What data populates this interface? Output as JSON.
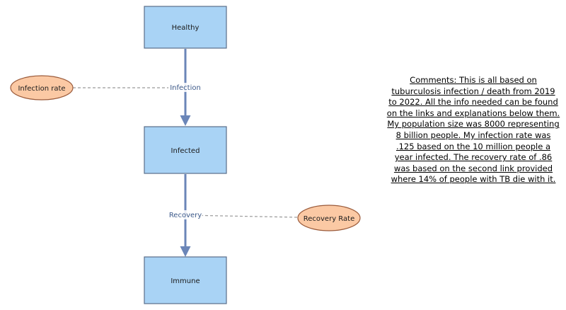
{
  "stocks": [
    {
      "id": "healthy",
      "label": "Healthy"
    },
    {
      "id": "infected",
      "label": "Infected"
    },
    {
      "id": "immune",
      "label": "Immune"
    }
  ],
  "flows": [
    {
      "id": "infection",
      "label": "Infection",
      "from": "healthy",
      "to": "infected"
    },
    {
      "id": "recovery",
      "label": "Recovery",
      "from": "infected",
      "to": "immune"
    }
  ],
  "variables": [
    {
      "id": "infection-rate",
      "label": "Infection rate",
      "link_to": "infection"
    },
    {
      "id": "recovery-rate",
      "label": "Recovery Rate",
      "link_to": "recovery"
    }
  ],
  "comments": "Comments: This is all based on tuburculosis infection / death from 2019 to 2022. All the info needed can be found on the links and explanations below them. My population size was 8000 representing 8 billion people. My infection rate was .125 based on the 10 million people a year infected. The recovery rate of .86 was based on the second link provided where 14% of people with TB die with it.",
  "colors": {
    "stock_fill": "#a9d3f5",
    "stock_stroke": "#5a6f8a",
    "flow": "#6b86b8",
    "variable_fill": "#fbc9a4",
    "variable_stroke": "#9a5a3a",
    "link": "#9a9a9a"
  }
}
